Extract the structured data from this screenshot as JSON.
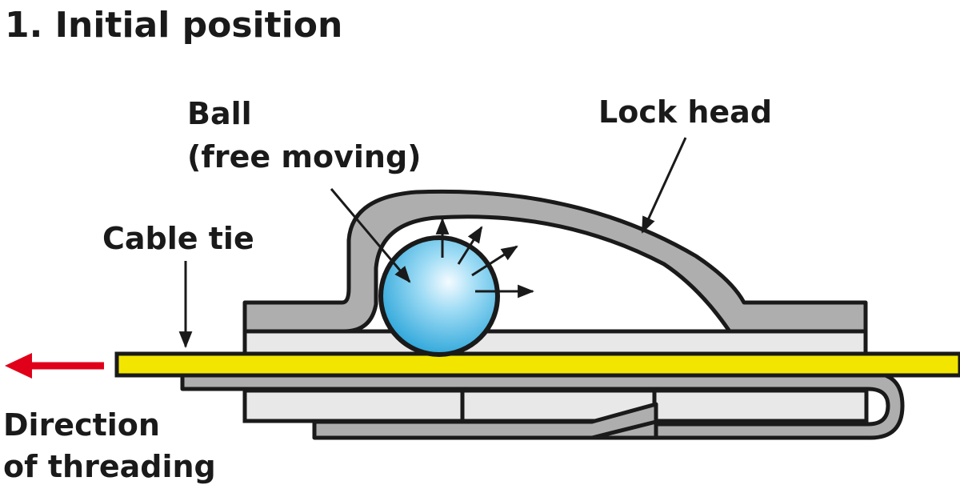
{
  "title": "1. Initial position",
  "labels": {
    "ball_line1": "Ball",
    "ball_line2": "(free moving)",
    "lock_head": "Lock head",
    "cable_tie": "Cable tie",
    "direction_line1": "Direction",
    "direction_line2": "of threading"
  },
  "colors": {
    "lock_head_fill": "#aeaeae",
    "body_fill": "#e8e8e8",
    "cable_tie_fill": "#f2e600",
    "ball_fill": "#3fb6e6",
    "direction_arrow": "#e0001a",
    "outline": "#1a1a1a"
  },
  "icons": {
    "direction_arrow": "arrow-left-icon"
  }
}
